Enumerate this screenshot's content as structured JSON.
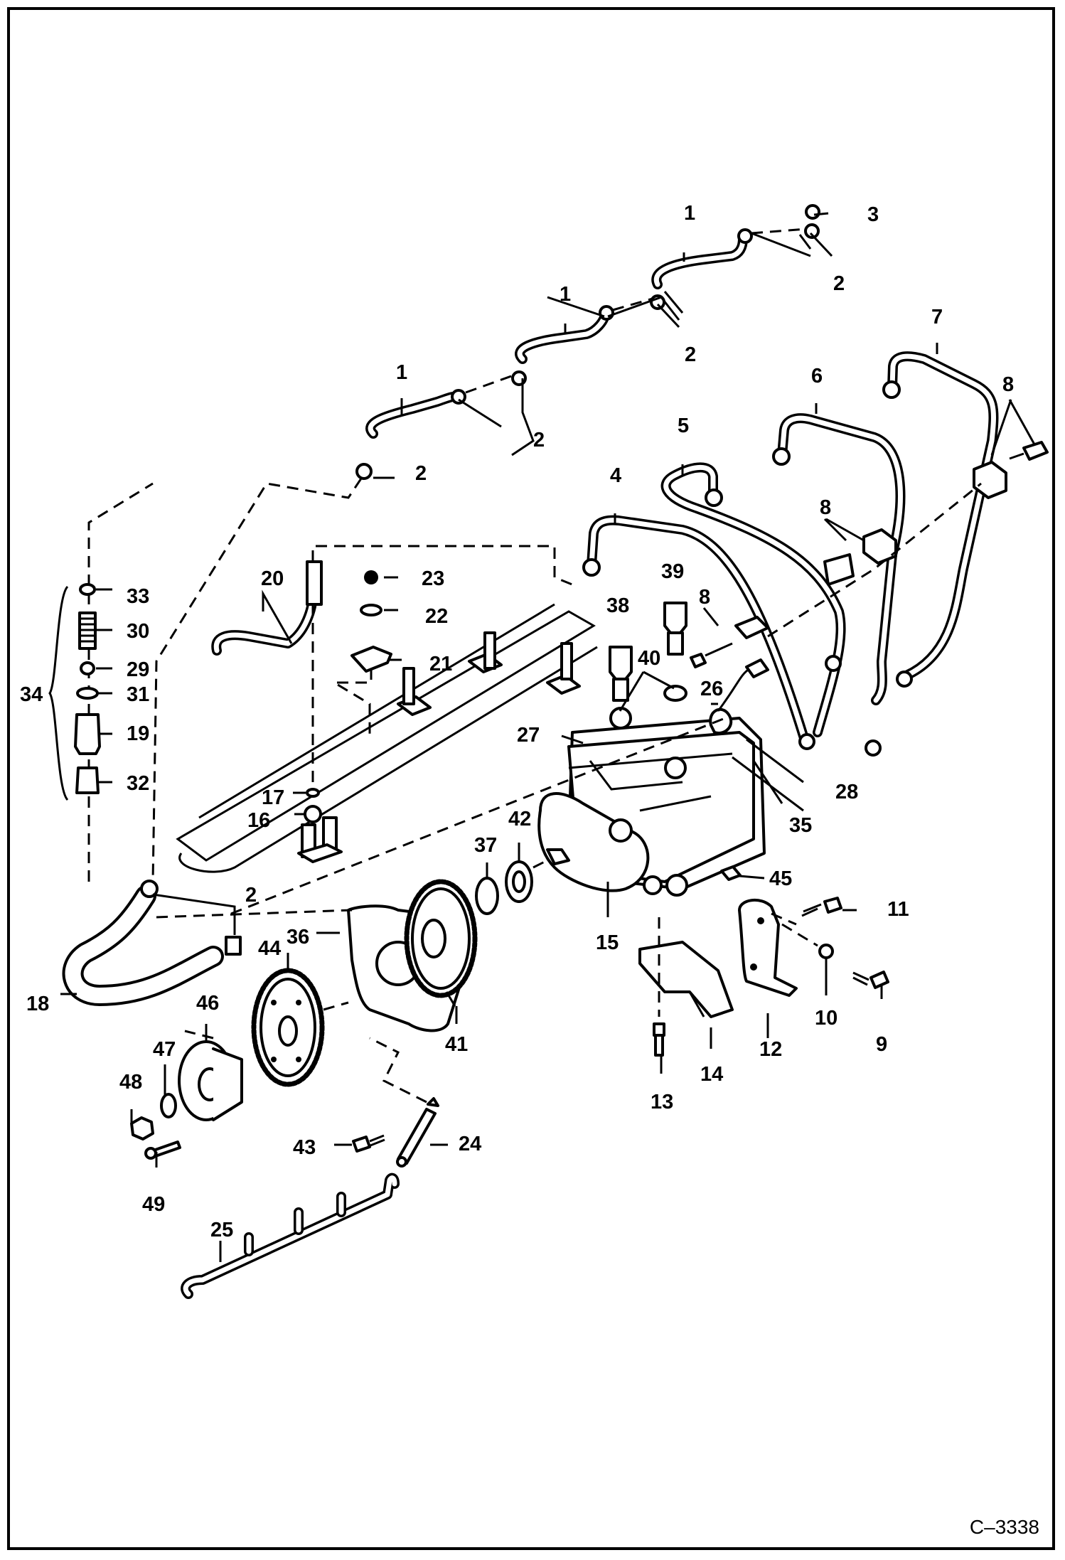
{
  "figure": {
    "reference_code": "C–3338",
    "callouts": [
      "1",
      "2",
      "3",
      "4",
      "5",
      "6",
      "7",
      "8",
      "9",
      "10",
      "11",
      "12",
      "13",
      "14",
      "15",
      "16",
      "17",
      "18",
      "19",
      "20",
      "21",
      "22",
      "23",
      "24",
      "25",
      "26",
      "27",
      "28",
      "29",
      "30",
      "31",
      "32",
      "33",
      "34",
      "35",
      "36",
      "37",
      "38",
      "39",
      "40",
      "41",
      "42",
      "43",
      "44",
      "45",
      "46",
      "47",
      "48",
      "49"
    ]
  }
}
